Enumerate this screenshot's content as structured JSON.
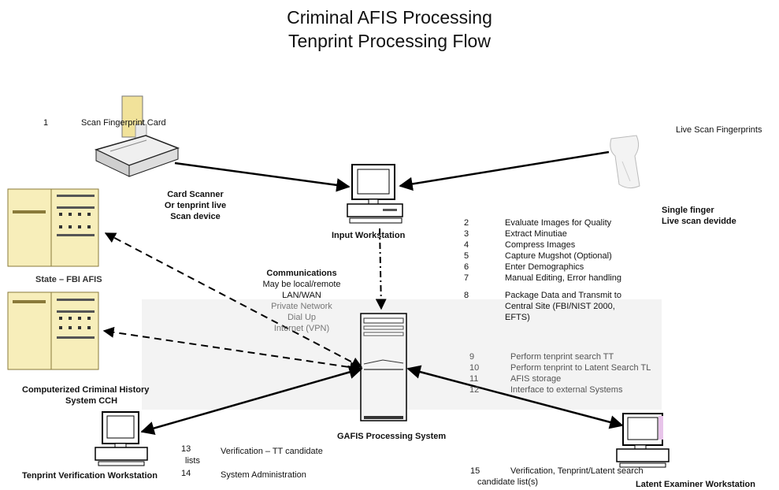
{
  "title": {
    "line1": "Criminal AFIS Processing",
    "line2": "Tenprint Processing Flow"
  },
  "labels": {
    "scan_card": {
      "num": "1",
      "text": "Scan Fingerprint Card"
    },
    "card_scanner": [
      "Card Scanner",
      "Or tenprint live",
      "Scan device"
    ],
    "live_scan": "Live Scan Fingerprints",
    "single_finger": [
      "Single finger",
      "Live scan devidde"
    ],
    "input_workstation": "Input Workstation",
    "state_fbi": "State – FBI AFIS",
    "communications": [
      "Communications",
      "May be local/remote",
      "LAN/WAN",
      "Private Network",
      "Dial Up",
      "Internet  (VPN)"
    ],
    "cch": [
      "Computerized Criminal History",
      "System CCH"
    ],
    "gafis": "GAFIS Processing System",
    "tenprint_verification": "Tenprint Verification Workstation",
    "latent_examiner": "Latent Examiner Workstation"
  },
  "input_steps": [
    {
      "num": "2",
      "text": "Evaluate Images for Quality"
    },
    {
      "num": "3",
      "text": "Extract Minutiae"
    },
    {
      "num": "4",
      "text": "Compress Images"
    },
    {
      "num": "5",
      "text": "Capture Mugshot (Optional)"
    },
    {
      "num": "6",
      "text": "Enter Demographics"
    },
    {
      "num": "7",
      "text": "Manual Editing, Error handling"
    },
    {
      "num": "8",
      "text": "Package Data and Transmit to    Central Site (FBI/NIST 2000, EFTS)"
    }
  ],
  "gafis_steps": [
    {
      "num": "9",
      "text": "Perform tenprint search TT"
    },
    {
      "num": "10",
      "text": "Perform tenprint  to Latent Search TL"
    },
    {
      "num": "11",
      "text": "AFIS storage"
    },
    {
      "num": "12",
      "text": "Interface to external Systems"
    }
  ],
  "verification_steps": {
    "s13_num": "13",
    "s13_text": "Verification – TT candidate",
    "s13_cont": "lists",
    "s14_num": "14",
    "s14_text": "System Administration"
  },
  "latent_step": {
    "num": "15",
    "text": "Verification, Tenprint/Latent search",
    "cont": "candidate list(s)"
  },
  "colors": {
    "rack": "#f7eeba",
    "rack_border": "#8a7a3a",
    "line": "#000000",
    "bg": "#ffffff"
  }
}
